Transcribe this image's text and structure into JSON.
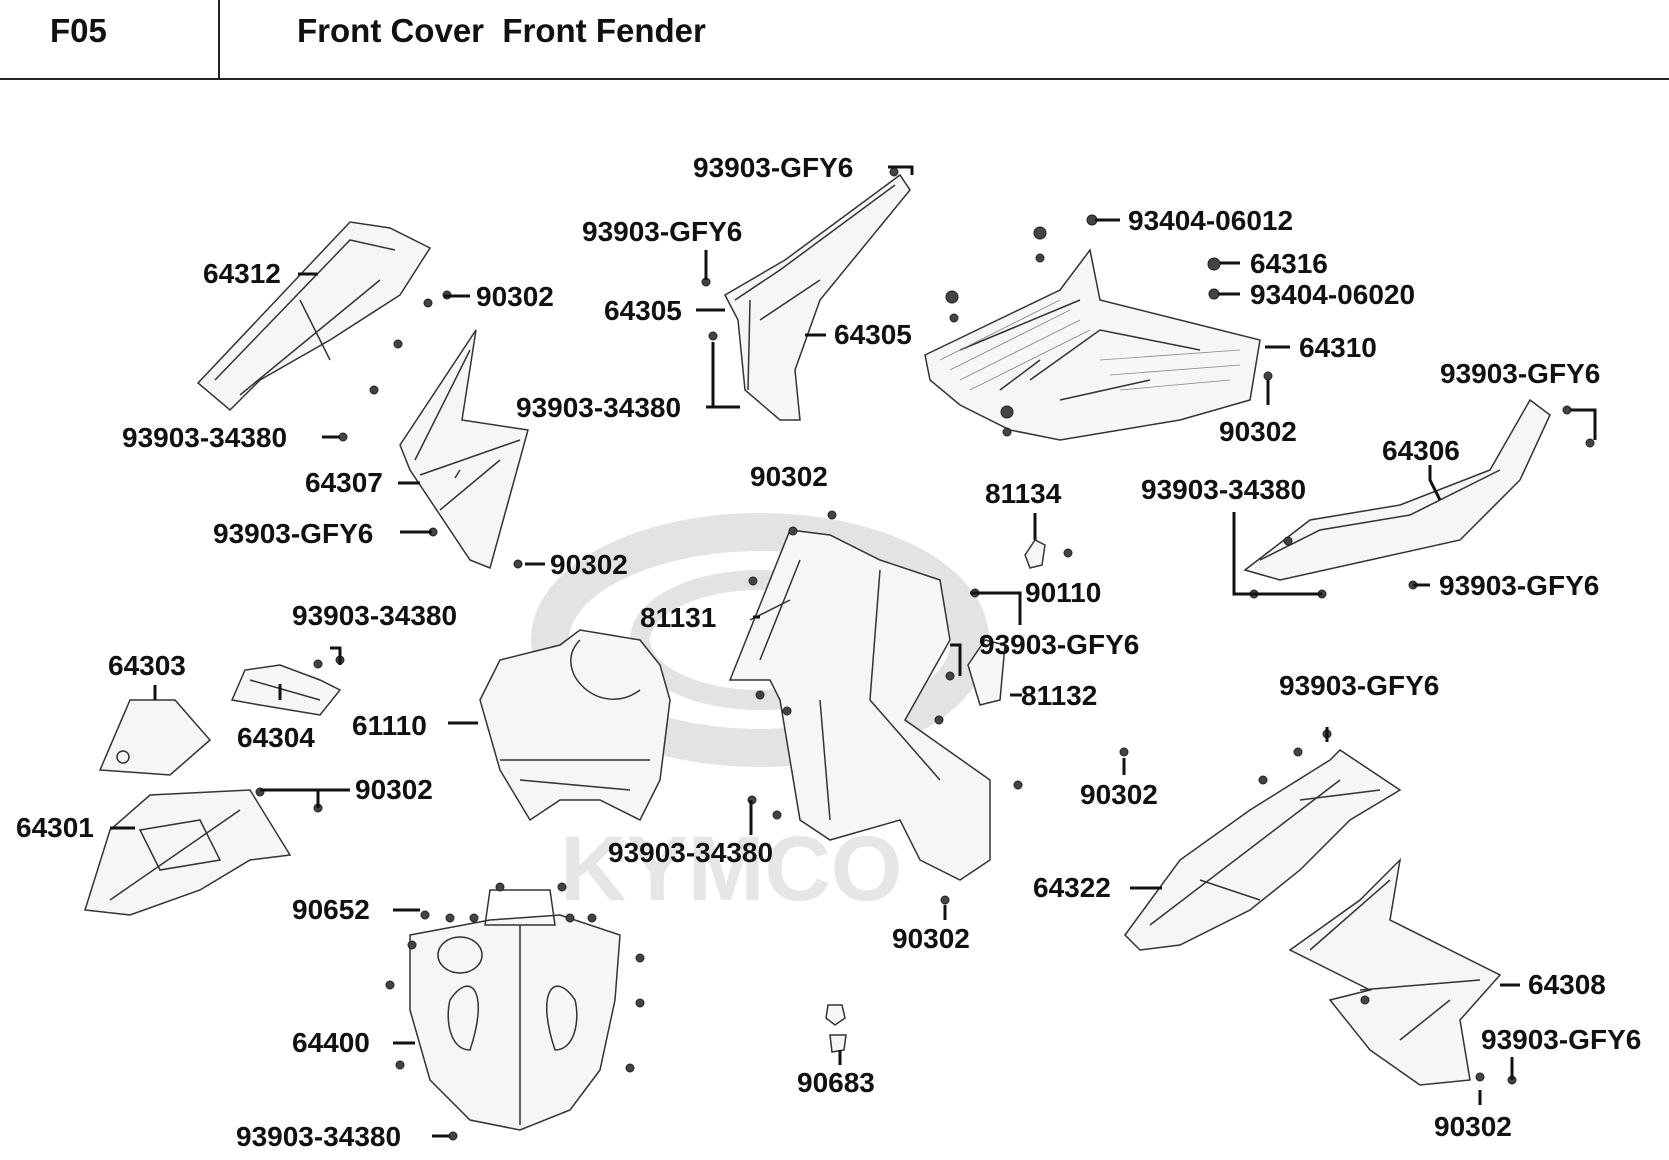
{
  "header": {
    "code": "F05",
    "title": "Front Cover  Front Fender"
  },
  "watermark": {
    "text": "KYMCO"
  },
  "labels": {
    "l_93903_gfy6_top": "93903-GFY6",
    "l_93903_gfy6_b": "93903-GFY6",
    "l_64312": "64312",
    "l_90302_a": "90302",
    "l_64305_l": "64305",
    "l_64305_r": "64305",
    "l_93903_34380_a": "93903-34380",
    "l_93903_34380_b": "93903-34380",
    "l_64307": "64307",
    "l_93903_gfy6_c": "93903-GFY6",
    "l_90302_b": "90302",
    "l_93404_06012": "93404-06012",
    "l_64316": "64316",
    "l_93404_06020": "93404-06020",
    "l_64310": "64310",
    "l_90302_c": "90302",
    "l_93903_gfy6_d": "93903-GFY6",
    "l_64306": "64306",
    "l_93903_34380_c": "93903-34380",
    "l_93903_gfy6_e": "93903-GFY6",
    "l_90302_d": "90302",
    "l_81134": "81134",
    "l_90110": "90110",
    "l_81131": "81131",
    "l_93903_gfy6_f": "93903-GFY6",
    "l_81132": "81132",
    "l_93903_34380_d": "93903-34380",
    "l_64303": "64303",
    "l_64304": "64304",
    "l_61110": "61110",
    "l_90302_e": "90302",
    "l_64301": "64301",
    "l_93903_34380_e": "93903-34380",
    "l_90302_f": "90302",
    "l_93903_gfy6_g": "93903-GFY6",
    "l_90302_g": "90302",
    "l_64322": "64322",
    "l_90652": "90652",
    "l_64400": "64400",
    "l_93903_34380_f": "93903-34380",
    "l_90683": "90683",
    "l_64308": "64308",
    "l_93903_gfy6_h": "93903-GFY6",
    "l_90302_h": "90302"
  }
}
